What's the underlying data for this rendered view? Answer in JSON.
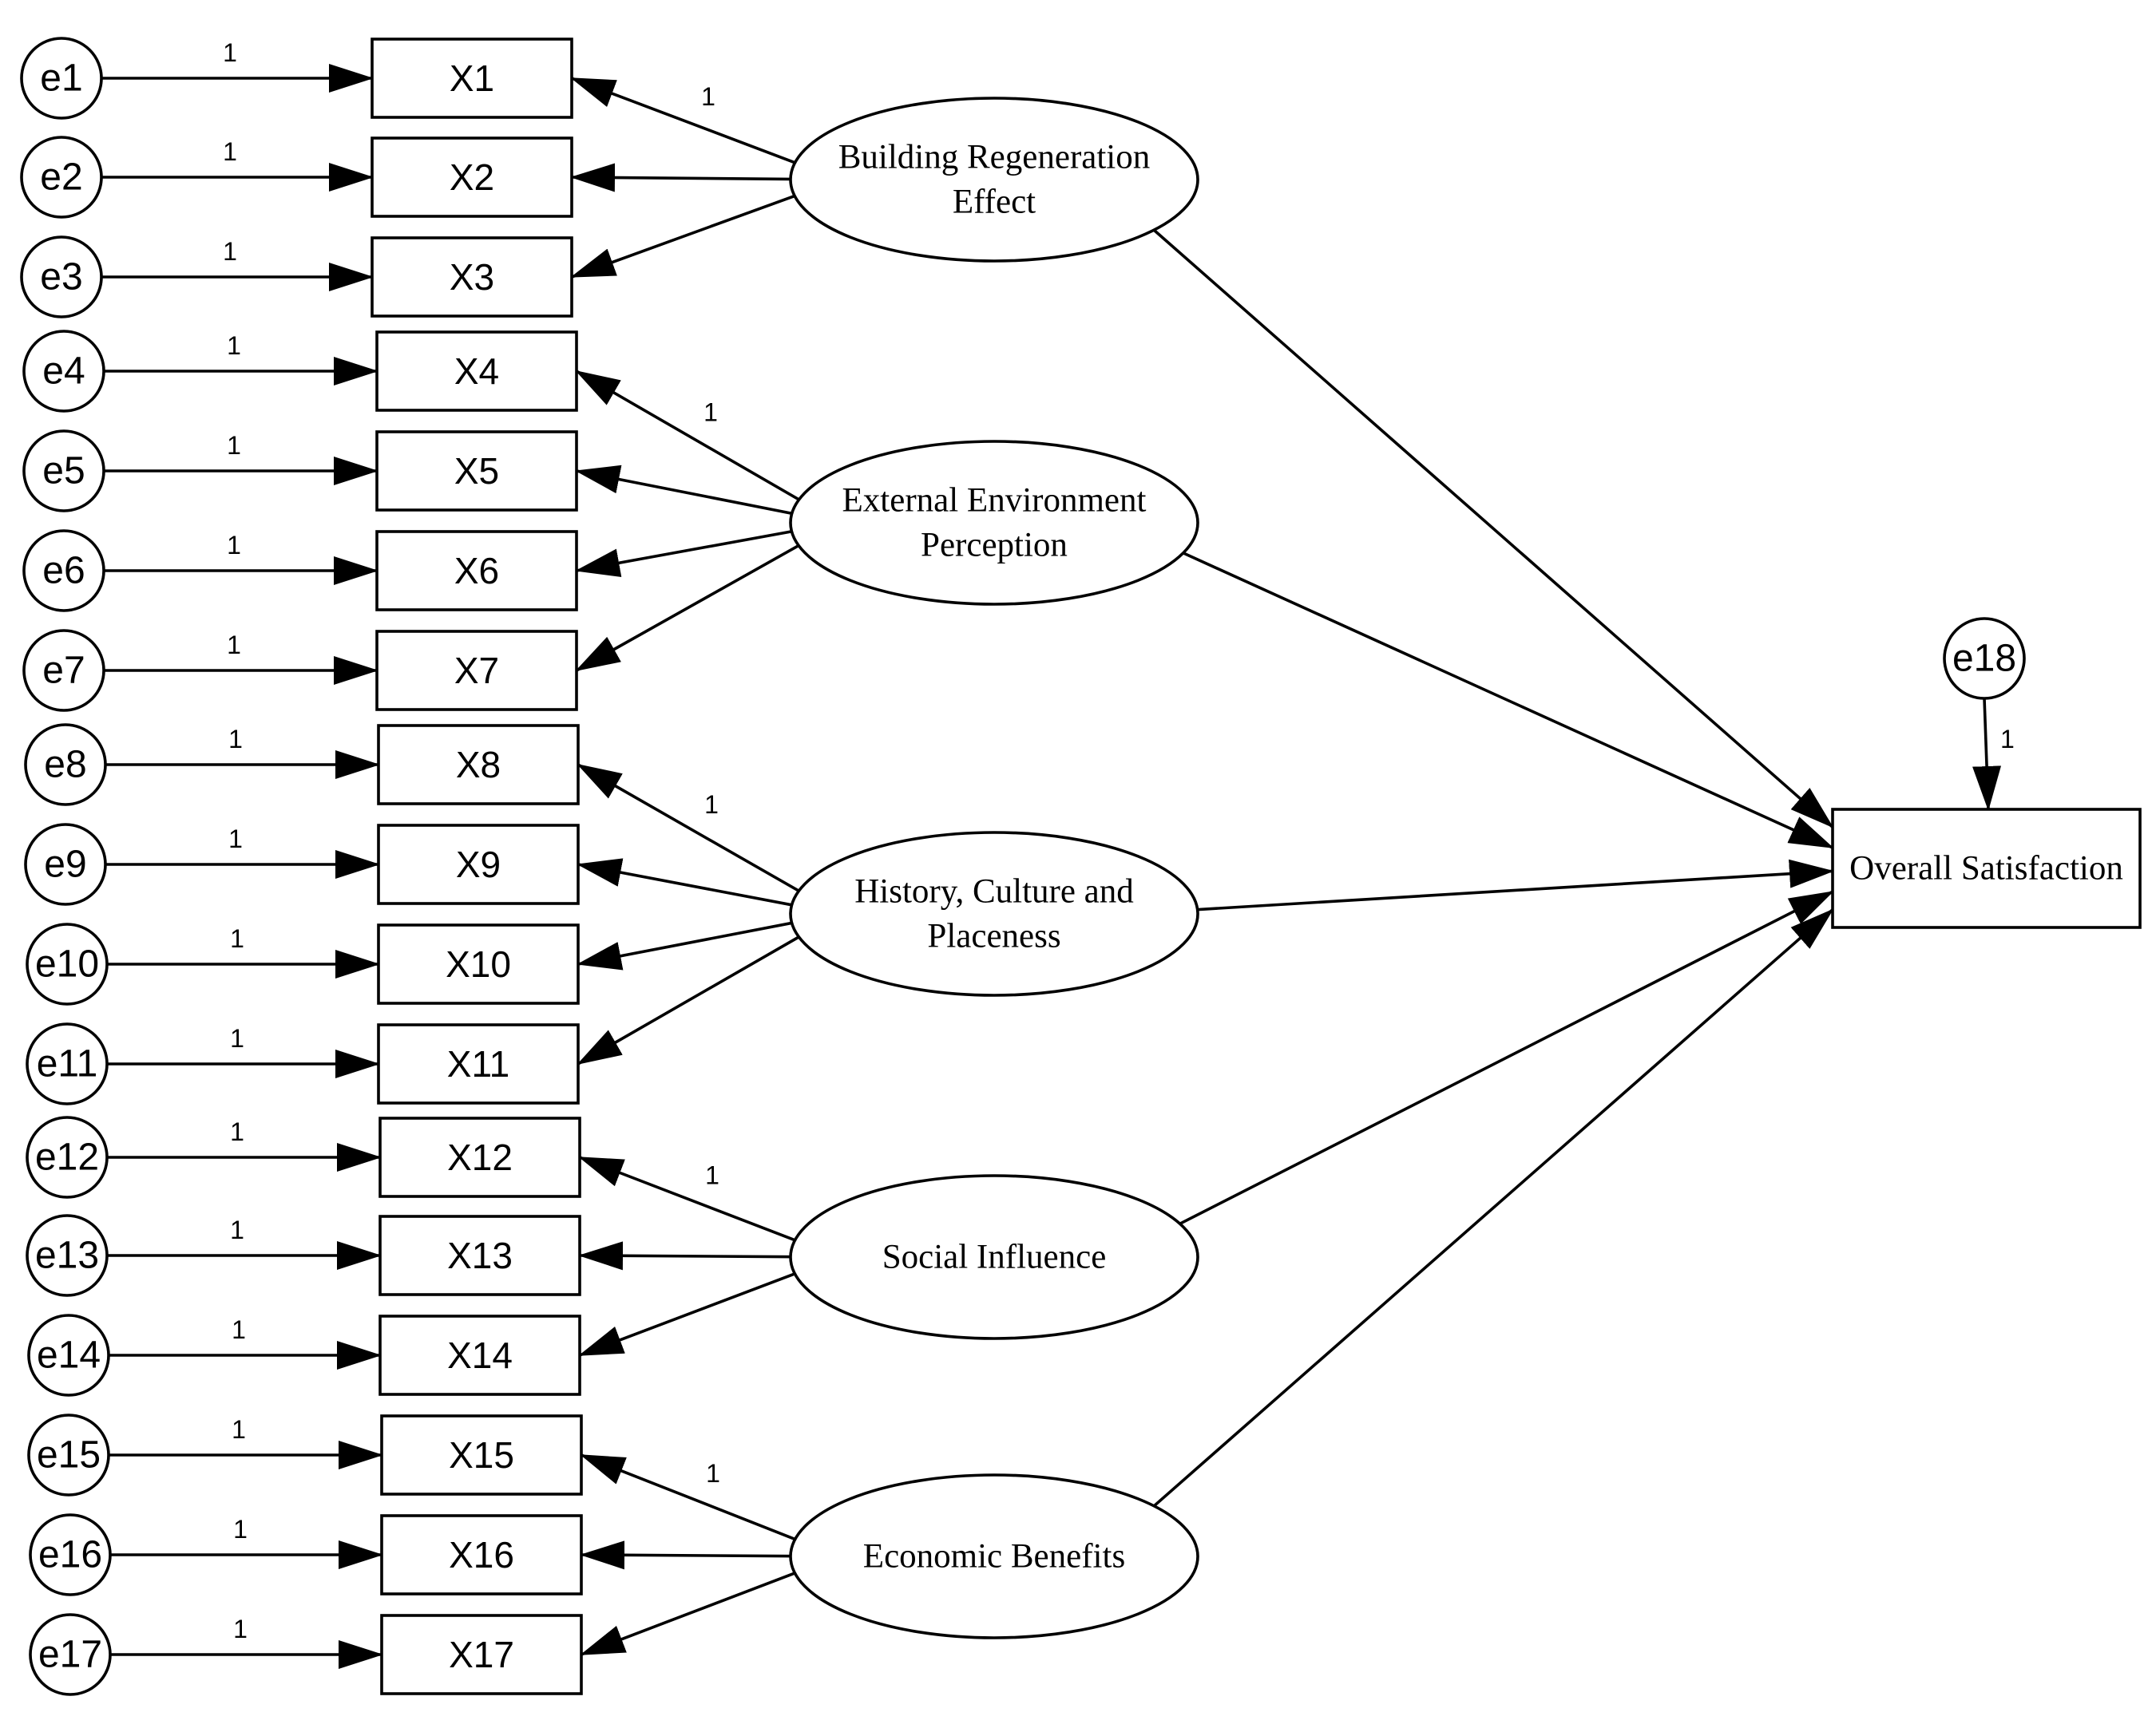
{
  "errors": [
    "e1",
    "e2",
    "e3",
    "e4",
    "e5",
    "e6",
    "e7",
    "e8",
    "e9",
    "e10",
    "e11",
    "e12",
    "e13",
    "e14",
    "e15",
    "e16",
    "e17"
  ],
  "items": [
    "X1",
    "X2",
    "X3",
    "X4",
    "X5",
    "X6",
    "X7",
    "X8",
    "X9",
    "X10",
    "X11",
    "X12",
    "X13",
    "X14",
    "X15",
    "X16",
    "X17"
  ],
  "latents": [
    {
      "lines": [
        "Building Regeneration",
        "Effect"
      ],
      "items": [
        0,
        1,
        2
      ]
    },
    {
      "lines": [
        "External Environment",
        "Perception"
      ],
      "items": [
        3,
        4,
        5,
        6
      ]
    },
    {
      "lines": [
        "History, Culture and",
        "Placeness"
      ],
      "items": [
        7,
        8,
        9,
        10
      ]
    },
    {
      "lines": [
        "Social Influence"
      ],
      "items": [
        11,
        12,
        13
      ]
    },
    {
      "lines": [
        "Economic Benefits"
      ],
      "items": [
        14,
        15,
        16
      ]
    }
  ],
  "outcome": {
    "label": "Overall Satisfaction",
    "error": "e18"
  },
  "path_weight": "1"
}
